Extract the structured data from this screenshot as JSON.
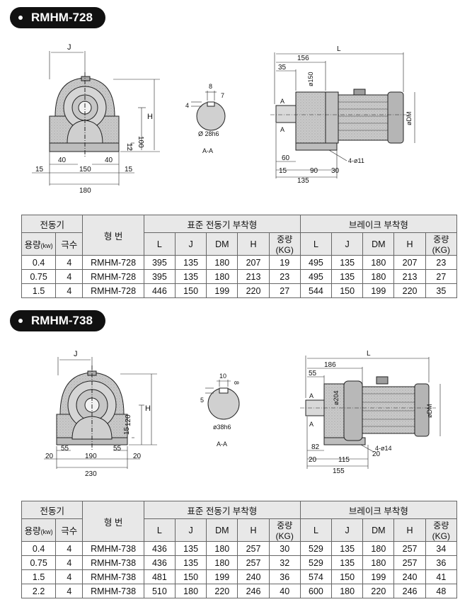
{
  "sections": [
    {
      "title": "RMHM-728",
      "front_view": {
        "J": "J",
        "H": "H",
        "d100": "100",
        "d12": "12",
        "d40a": "40",
        "d40b": "40",
        "d15a": "15",
        "d150": "150",
        "d15b": "15",
        "d180": "180"
      },
      "section_view": {
        "d8": "8",
        "d4": "4",
        "d7": "7",
        "shaft": "Ø 28h6",
        "label": "A-A"
      },
      "side_view": {
        "L": "L",
        "d156": "156",
        "d35": "35",
        "phi_flange": "ø150",
        "phiDM": "øDM",
        "A1": "A",
        "A2": "A",
        "d60": "60",
        "d15": "15",
        "d90": "90",
        "d30": "30",
        "d135": "135",
        "holes": "4-ø11"
      },
      "table": {
        "motor": "전동기",
        "model_label": "형 번",
        "standard": "표준 전동기 부착형",
        "brake": "브레이크 부착형",
        "capacity": "용량",
        "capacity_unit": "(kw)",
        "poles": "극수",
        "cols": [
          "L",
          "J",
          "DM",
          "H",
          "중량(KG)",
          "L",
          "J",
          "DM",
          "H",
          "중량(KG)"
        ],
        "rows": [
          [
            "0.4",
            "4",
            "RMHM-728",
            "395",
            "135",
            "180",
            "207",
            "19",
            "495",
            "135",
            "180",
            "207",
            "23"
          ],
          [
            "0.75",
            "4",
            "RMHM-728",
            "395",
            "135",
            "180",
            "213",
            "23",
            "495",
            "135",
            "180",
            "213",
            "27"
          ],
          [
            "1.5",
            "4",
            "RMHM-728",
            "446",
            "150",
            "199",
            "220",
            "27",
            "544",
            "150",
            "199",
            "220",
            "35"
          ]
        ]
      }
    },
    {
      "title": "RMHM-738",
      "front_view": {
        "J": "J",
        "H": "H",
        "d120": "120",
        "d15": "15",
        "d55a": "55",
        "d55b": "55",
        "d20a": "20",
        "d190": "190",
        "d20b": "20",
        "d230": "230"
      },
      "section_view": {
        "d10": "10",
        "d8": "8",
        "d5": "5",
        "shaft": "ø38h6",
        "label": "A-A"
      },
      "side_view": {
        "L": "L",
        "d186": "186",
        "d55": "55",
        "phi_flange": "ø204",
        "phiDM": "øDM",
        "A1": "A",
        "A2": "A",
        "d82": "82",
        "d20": "20",
        "d115": "115",
        "d20b": "20",
        "d155": "155",
        "holes": "4-ø14"
      },
      "table": {
        "motor": "전동기",
        "model_label": "형 번",
        "standard": "표준 전동기 부착형",
        "brake": "브레이크 부착형",
        "capacity": "용량",
        "capacity_unit": "(kw)",
        "poles": "극수",
        "cols": [
          "L",
          "J",
          "DM",
          "H",
          "중량(KG)",
          "L",
          "J",
          "DM",
          "H",
          "중량(KG)"
        ],
        "rows": [
          [
            "0.4",
            "4",
            "RMHM-738",
            "436",
            "135",
            "180",
            "257",
            "30",
            "529",
            "135",
            "180",
            "257",
            "34"
          ],
          [
            "0.75",
            "4",
            "RMHM-738",
            "436",
            "135",
            "180",
            "257",
            "32",
            "529",
            "135",
            "180",
            "257",
            "36"
          ],
          [
            "1.5",
            "4",
            "RMHM-738",
            "481",
            "150",
            "199",
            "240",
            "36",
            "574",
            "150",
            "199",
            "240",
            "41"
          ],
          [
            "2.2",
            "4",
            "RMHM-738",
            "510",
            "180",
            "220",
            "246",
            "40",
            "600",
            "180",
            "220",
            "246",
            "48"
          ]
        ]
      }
    }
  ]
}
